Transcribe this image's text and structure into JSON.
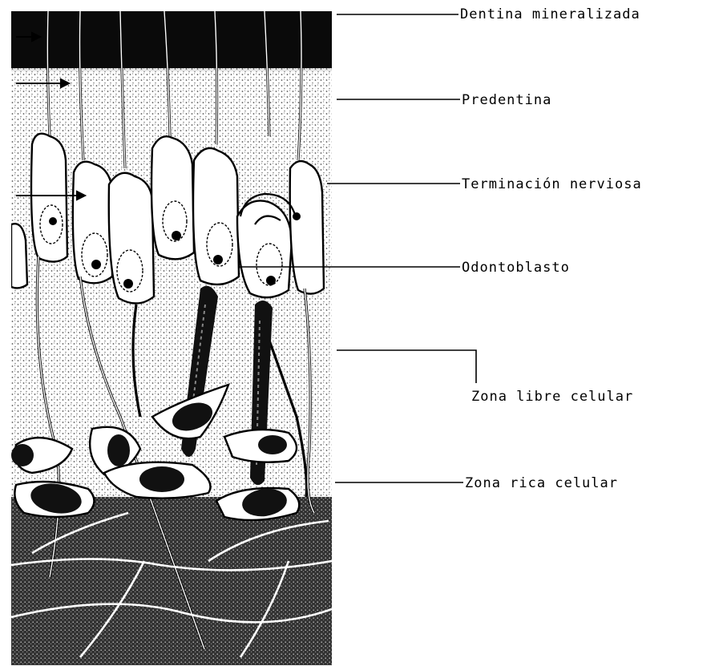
{
  "labels": {
    "dentina": "Dentina mineralizada",
    "predentina": "Predentina",
    "terminacion": "Terminación nerviosa",
    "odontoblasto": "Odontoblasto",
    "zona_libre": "Zona libre celular",
    "zona_rica": "Zona rica celular"
  },
  "colors": {
    "ink": "#000000",
    "paper": "#ffffff",
    "speckle": "#9a9a9a"
  }
}
